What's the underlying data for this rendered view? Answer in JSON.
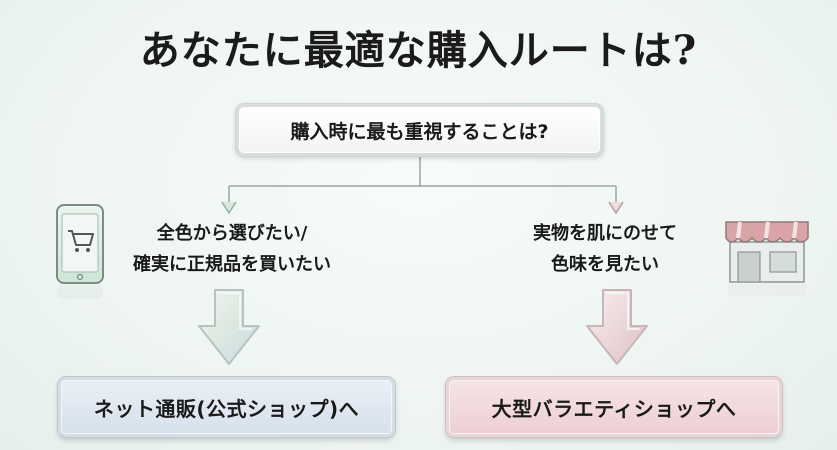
{
  "title": "あなたに最適な購入ルートは?",
  "question": "購入時に最も重視することは?",
  "branches": {
    "left": {
      "lines": [
        "全色から選びたい/",
        "確実に正規品を買いたい"
      ],
      "icon": "smartphone-cart-icon",
      "result": "ネット通販(公式ショップ)へ",
      "color": "#d6e1ec"
    },
    "right": {
      "lines": [
        "実物を肌にのせて",
        "色味を見たい"
      ],
      "icon": "store-front-icon",
      "result": "大型バラエティショップへ",
      "color": "#edcfd3"
    }
  }
}
